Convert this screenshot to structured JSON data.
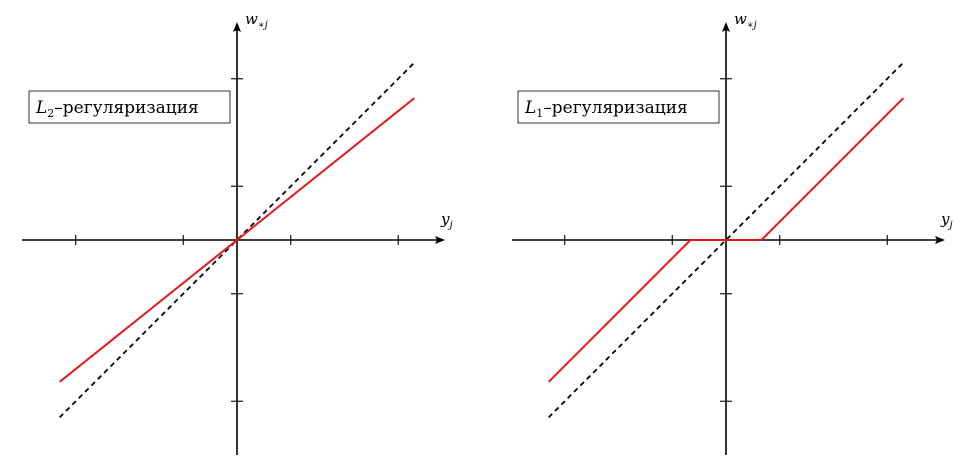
{
  "chart_data": [
    {
      "type": "line",
      "title": "L2–регуляризация",
      "title_main": "L",
      "title_sub": "2",
      "title_rest": "–регуляризация",
      "xlabel_main": "y",
      "xlabel_sub": "j",
      "ylabel_main": "w",
      "ylabel_sub": "∗j",
      "xlim": [
        -2,
        2
      ],
      "ylim": [
        -2,
        2
      ],
      "x_ticks": [
        -1.5,
        -0.5,
        0.5,
        1.5
      ],
      "y_ticks": [
        -1.5,
        -0.5,
        0.5,
        1.5
      ],
      "grid": false,
      "series": [
        {
          "style": "dashed",
          "color": "#000000",
          "x": [
            -1.65,
            1.65
          ],
          "y": [
            -1.65,
            1.65
          ]
        },
        {
          "style": "solid",
          "color": "#e8161b",
          "x": [
            -1.65,
            1.65
          ],
          "y": [
            -1.32,
            1.32
          ]
        }
      ]
    },
    {
      "type": "line",
      "title": "L1–регуляризация",
      "title_main": "L",
      "title_sub": "1",
      "title_rest": "–регуляризация",
      "xlabel_main": "y",
      "xlabel_sub": "j",
      "ylabel_main": "w",
      "ylabel_sub": "∗j",
      "xlim": [
        -2,
        2
      ],
      "ylim": [
        -2,
        2
      ],
      "x_ticks": [
        -1.5,
        -0.5,
        0.5,
        1.5
      ],
      "y_ticks": [
        -1.5,
        -0.5,
        0.5,
        1.5
      ],
      "grid": false,
      "series": [
        {
          "style": "dashed",
          "color": "#000000",
          "x": [
            -1.65,
            1.65
          ],
          "y": [
            -1.65,
            1.65
          ]
        },
        {
          "style": "solid",
          "color": "#e8161b",
          "x": [
            -1.65,
            -0.33,
            0.33,
            1.65
          ],
          "y": [
            -1.32,
            0,
            0,
            1.32
          ]
        }
      ]
    }
  ]
}
